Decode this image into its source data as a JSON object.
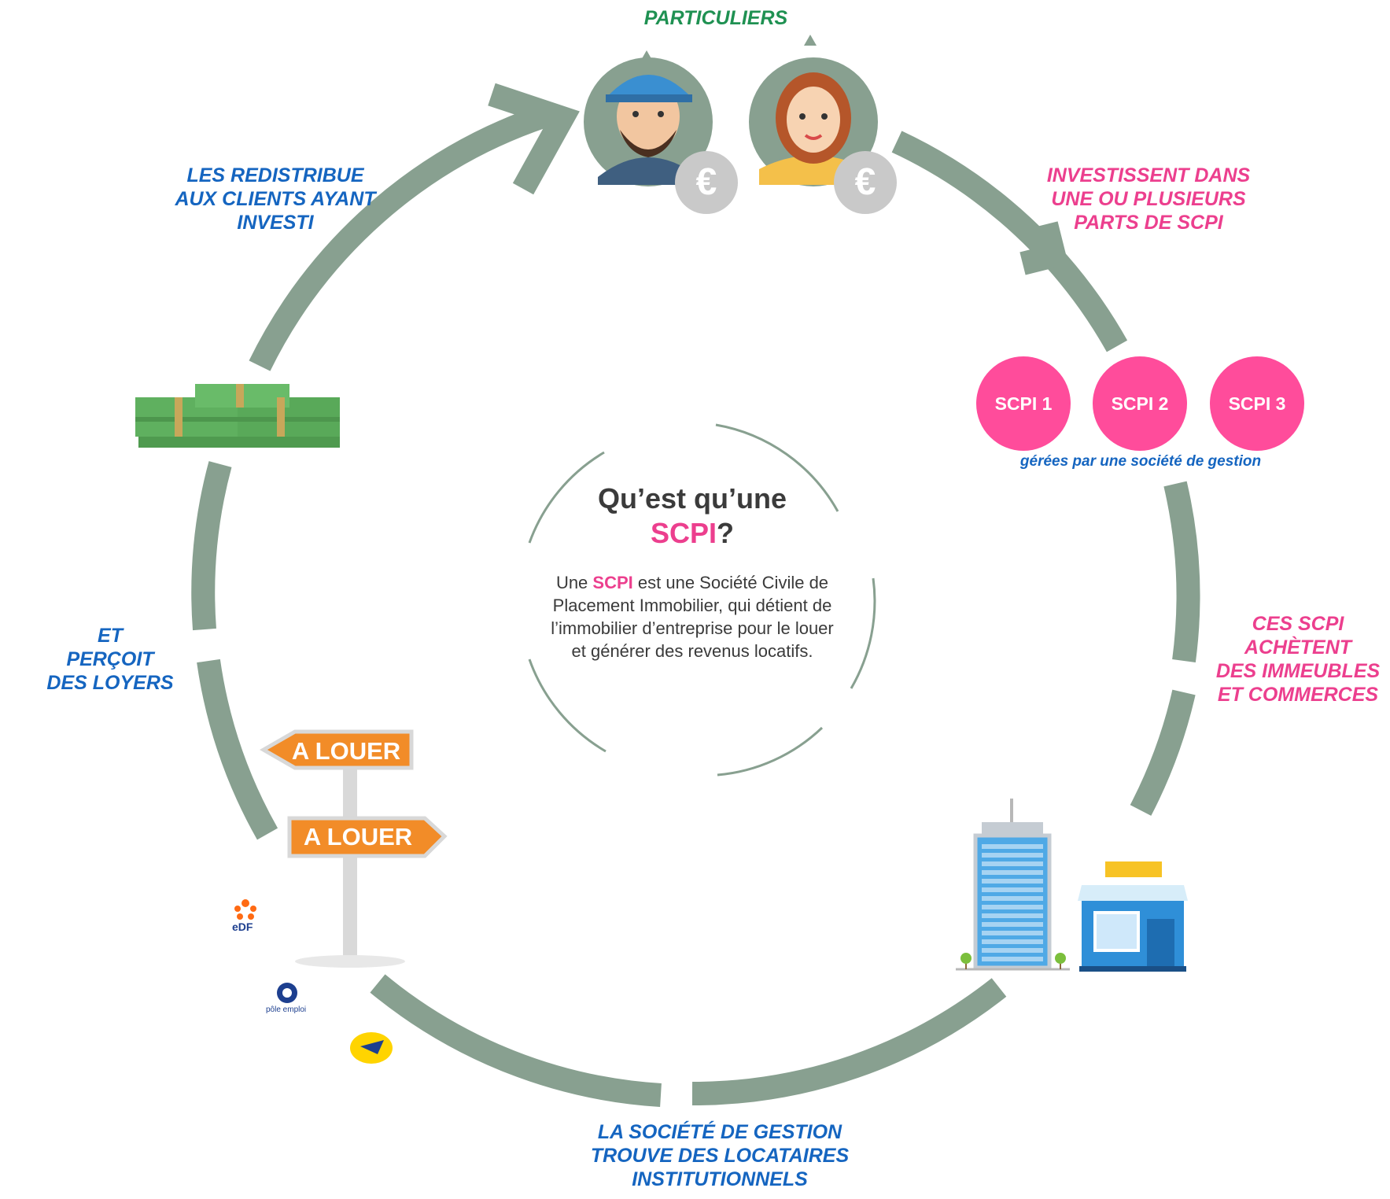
{
  "center": {
    "title_part1": "Qu’est qu’une",
    "title_accent": "SCPI",
    "title_end": "?",
    "body_prefix": "Une ",
    "body_accent": "SCPI",
    "body_rest": " est une Société Civile de Placement Immobilier, qui détient de l’immobilier d’entreprise pour le louer et générer des revenus locatifs."
  },
  "labels": {
    "particuliers": "PARTICULIERS",
    "investissent": [
      "INVESTISSENT DANS",
      "UNE OU PLUSIEURS",
      "PARTS DE SCPI"
    ],
    "achetent": [
      "CES SCPI",
      "ACHÈTENT",
      "DES IMMEUBLES",
      "ET COMMERCES"
    ],
    "societe": [
      "LA SOCIÉTÉ DE GESTION",
      "TROUVE DES LOCATAIRES",
      "INSTITUTIONNELS"
    ],
    "percoit": [
      "ET",
      "PERÇOIT",
      "DES LOYERS"
    ],
    "redistribue": [
      "LES REDISTRIBUE",
      "AUX CLIENTS AYANT",
      "INVESTI"
    ]
  },
  "scpi": {
    "items": [
      "SCPI 1",
      "SCPI 2",
      "SCPI 3"
    ],
    "note": "gérées par une société de gestion"
  },
  "signs": {
    "top": "A LOUER",
    "bottom": "A LOUER"
  },
  "currency_symbol": "€",
  "logos": {
    "edf": "eDF",
    "pole_emploi": "pôle emploi"
  },
  "colors": {
    "cycle": "#88a090",
    "pink": "#ec3f8e",
    "blue": "#1565c0",
    "green": "#1f9152",
    "sign": "#f28c28",
    "building": "#4fa9e6"
  }
}
